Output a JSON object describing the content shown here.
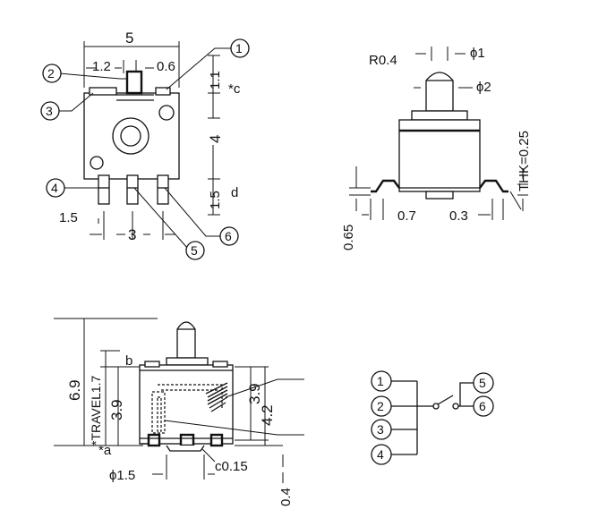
{
  "top_view": {
    "dim_width": "5",
    "dim_left_pin": "1.2",
    "dim_pin_width": "0.6",
    "dim_top": "1.1",
    "dim_top_note": "*c",
    "dim_body": "4",
    "dim_bottom": "1.5",
    "dim_bottom_note": "d",
    "dim_pin_offset": "1.5",
    "dim_pitch": "3"
  },
  "side_view": {
    "dim_radius": "R0.4",
    "dim_phi1": "ϕ1",
    "dim_phi2": "ϕ2",
    "dim_thk": "THK=0.25",
    "dim_065": "0.65",
    "dim_07": "0.7",
    "dim_03": "0.3"
  },
  "front_view": {
    "dim_total": "6.9",
    "dim_travel": "*TRAVEL1.7",
    "dim_39_left": "3.9",
    "dim_note_b": "b",
    "dim_note_a": "*a",
    "dim_39_right": "3.9",
    "dim_42": "4.2",
    "dim_phi15": "ϕ1.5",
    "dim_c015": "c0.15",
    "dim_04": "0.4"
  },
  "pin_labels": {
    "p1": "1",
    "p2": "2",
    "p3": "3",
    "p4": "4",
    "p5": "5",
    "p6": "6"
  },
  "schematic": {
    "p1": "1",
    "p2": "2",
    "p3": "3",
    "p4": "4",
    "p5": "5",
    "p6": "6"
  }
}
